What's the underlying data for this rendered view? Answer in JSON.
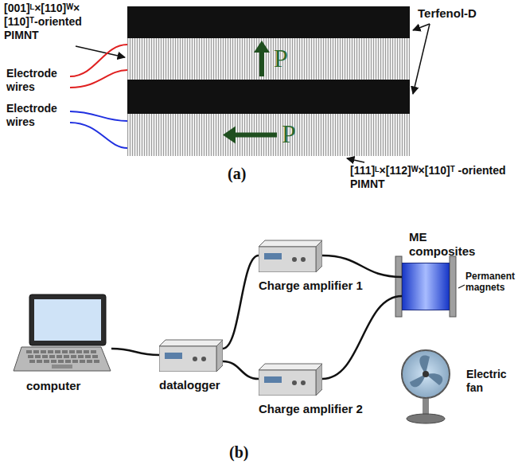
{
  "diagram": {
    "nodes": [
      {
        "text": [
          "P"
        ]
      },
      {
        "text": [
          "P"
        ]
      },
      {
        "text": [
          "computer"
        ]
      },
      {
        "text": [
          "datalogger"
        ]
      },
      {
        "text": [
          "Charge amplifier 1"
        ]
      },
      {
        "text": [
          "Charge amplifier 2"
        ]
      },
      {
        "text": [
          "ME composites"
        ]
      }
    ],
    "edges": [
      {
        "from": 2,
        "to": 3,
        "arrow": "none"
      },
      {
        "from": 3,
        "to": 4,
        "arrow": "none"
      },
      {
        "from": 3,
        "to": 5,
        "arrow": "none"
      },
      {
        "from": 4,
        "to": 6,
        "arrow": "none"
      },
      {
        "from": 5,
        "to": 6,
        "arrow": "none"
      }
    ],
    "labels": [
      "[001]ᴸ×[110]ᵂ× [110]ᵀ-oriented PIMNT",
      "Terfenol-D",
      "Electrode wires",
      "Electrode wires",
      "[111]ᴸ×[112]ᵂ×[110]ᵀ -oriented PIMNT",
      "(a)",
      "Permanent magnets",
      "Electric fan",
      "(b)"
    ]
  }
}
